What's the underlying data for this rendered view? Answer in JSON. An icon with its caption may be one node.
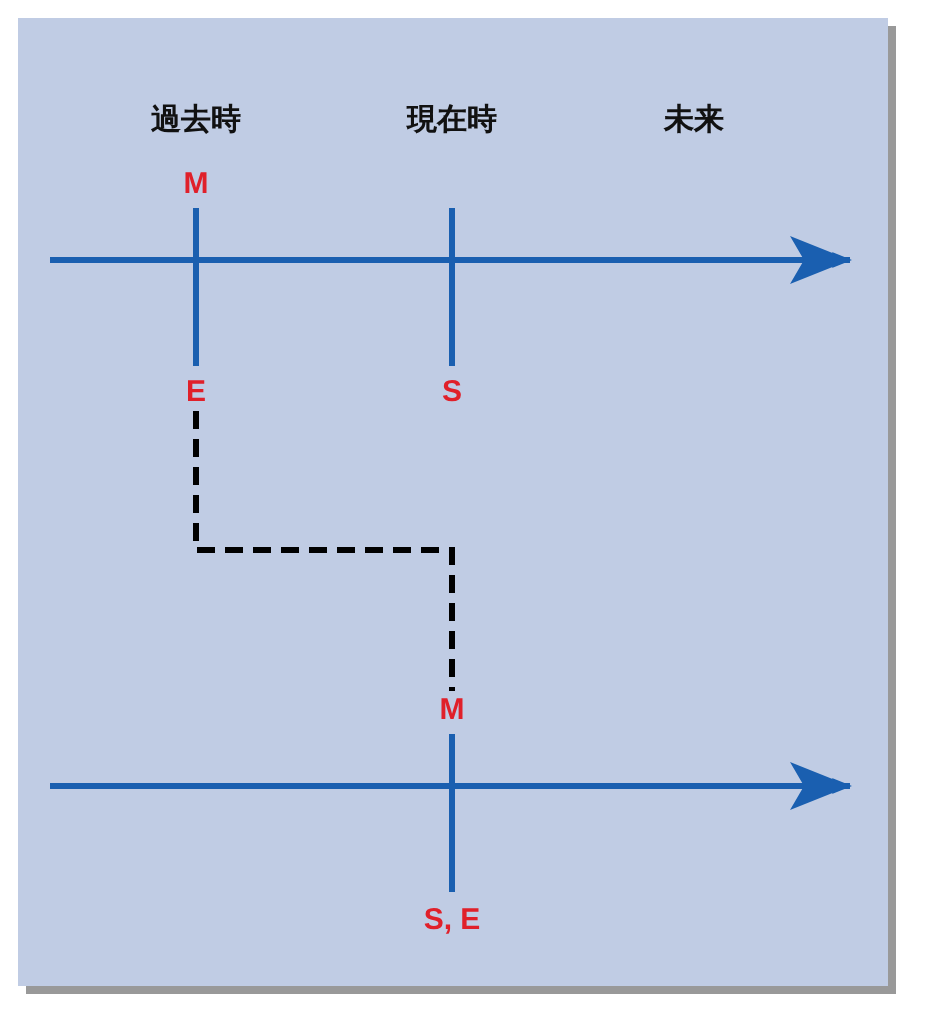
{
  "diagram": {
    "nodes": [
      {
        "text": [
          "E"
        ]
      },
      {
        "text": [
          "M"
        ]
      }
    ],
    "edges": [
      {
        "from": 0,
        "to": 1,
        "arrow": "none",
        "style": "dashed"
      }
    ],
    "labels": [
      "過去時",
      "現在時",
      "未来",
      "M",
      "S",
      "S, E"
    ]
  }
}
